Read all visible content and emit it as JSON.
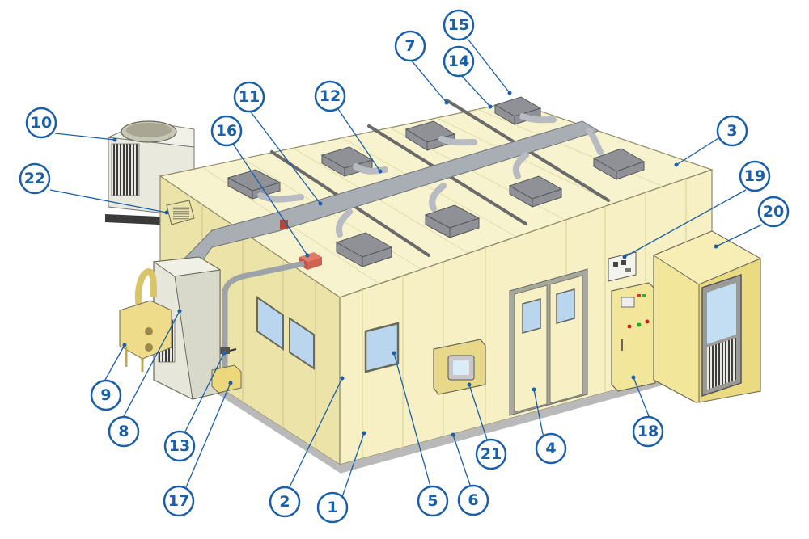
{
  "callouts": [
    {
      "id": "1",
      "label": "1"
    },
    {
      "id": "2",
      "label": "2"
    },
    {
      "id": "3",
      "label": "3"
    },
    {
      "id": "4",
      "label": "4"
    },
    {
      "id": "5",
      "label": "5"
    },
    {
      "id": "6",
      "label": "6"
    },
    {
      "id": "7",
      "label": "7"
    },
    {
      "id": "8",
      "label": "8"
    },
    {
      "id": "9",
      "label": "9"
    },
    {
      "id": "10",
      "label": "10"
    },
    {
      "id": "11",
      "label": "11"
    },
    {
      "id": "12",
      "label": "12"
    },
    {
      "id": "13",
      "label": "13"
    },
    {
      "id": "14",
      "label": "14"
    },
    {
      "id": "15",
      "label": "15"
    },
    {
      "id": "16",
      "label": "16"
    },
    {
      "id": "17",
      "label": "17"
    },
    {
      "id": "18",
      "label": "18"
    },
    {
      "id": "19",
      "label": "19"
    },
    {
      "id": "20",
      "label": "20"
    },
    {
      "id": "21",
      "label": "21"
    },
    {
      "id": "22",
      "label": "22"
    }
  ],
  "colors": {
    "panel_face": "#f6f0c4",
    "panel_side": "#ece3a8",
    "roof": "#f8f3cf",
    "duct": "#a9aeb4",
    "callout_stroke": "#1a5fa8",
    "base_strip": "#b9b9b9"
  }
}
